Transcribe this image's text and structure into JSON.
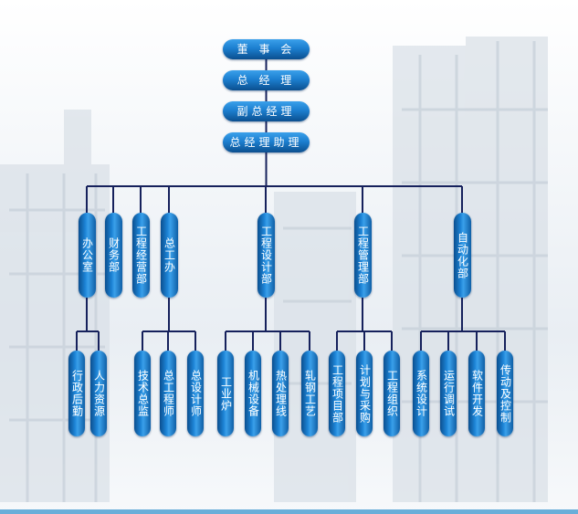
{
  "chart_data": {
    "type": "org-chart",
    "top_chain": [
      "董 事 会",
      "总 经 理",
      "副总经理",
      "总经理助理"
    ],
    "departments": [
      {
        "name": "办公室",
        "children": [
          "行政后勤",
          "人力资源"
        ]
      },
      {
        "name": "财务部",
        "children": []
      },
      {
        "name": "工程经营部",
        "children": []
      },
      {
        "name": "总工办",
        "children": [
          "技术总监",
          "总工程师",
          "总设计师"
        ]
      },
      {
        "name": "工程设计部",
        "children": [
          "工业炉",
          "机械设备",
          "热处理线",
          "轧钢工艺"
        ]
      },
      {
        "name": "工程管理部",
        "children": [
          "工程项目部",
          "计划与采购",
          "工程组织"
        ]
      },
      {
        "name": "自动化部",
        "children": [
          "系统设计",
          "运行调试",
          "软件开发",
          "传动及控制"
        ]
      }
    ]
  },
  "colors": {
    "node": "#1a76c4",
    "line": "#16215c",
    "background": "#eef2f6"
  }
}
